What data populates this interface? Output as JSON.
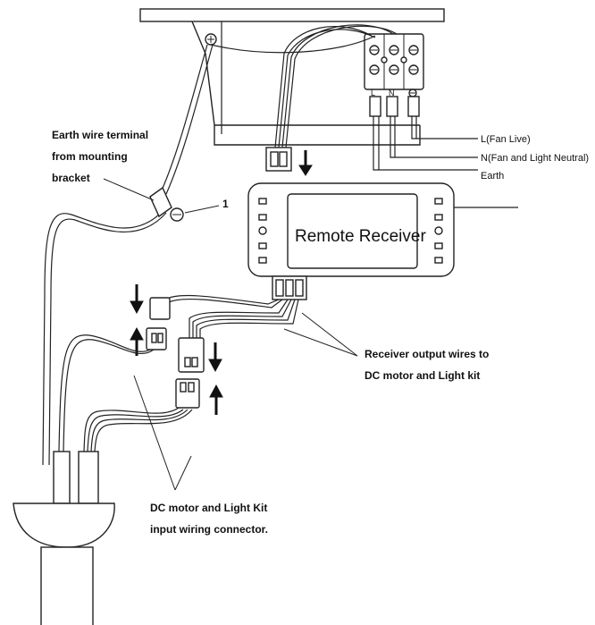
{
  "labels": {
    "earth_terminal_line1": "Earth wire terminal",
    "earth_terminal_line2": "from mounting",
    "earth_terminal_line3": "bracket",
    "callout_number": "1",
    "fan_live": "L(Fan Live)",
    "neutral": "N(Fan and Light Neutral)",
    "earth": "Earth",
    "terminal_L": "L",
    "terminal_N": "N",
    "receiver_title": "Remote Receiver",
    "output_line1": "Receiver output wires to",
    "output_line2": "DC motor and Light kit",
    "input_line1": "DC motor and Light Kit",
    "input_line2": "input wiring connector."
  }
}
